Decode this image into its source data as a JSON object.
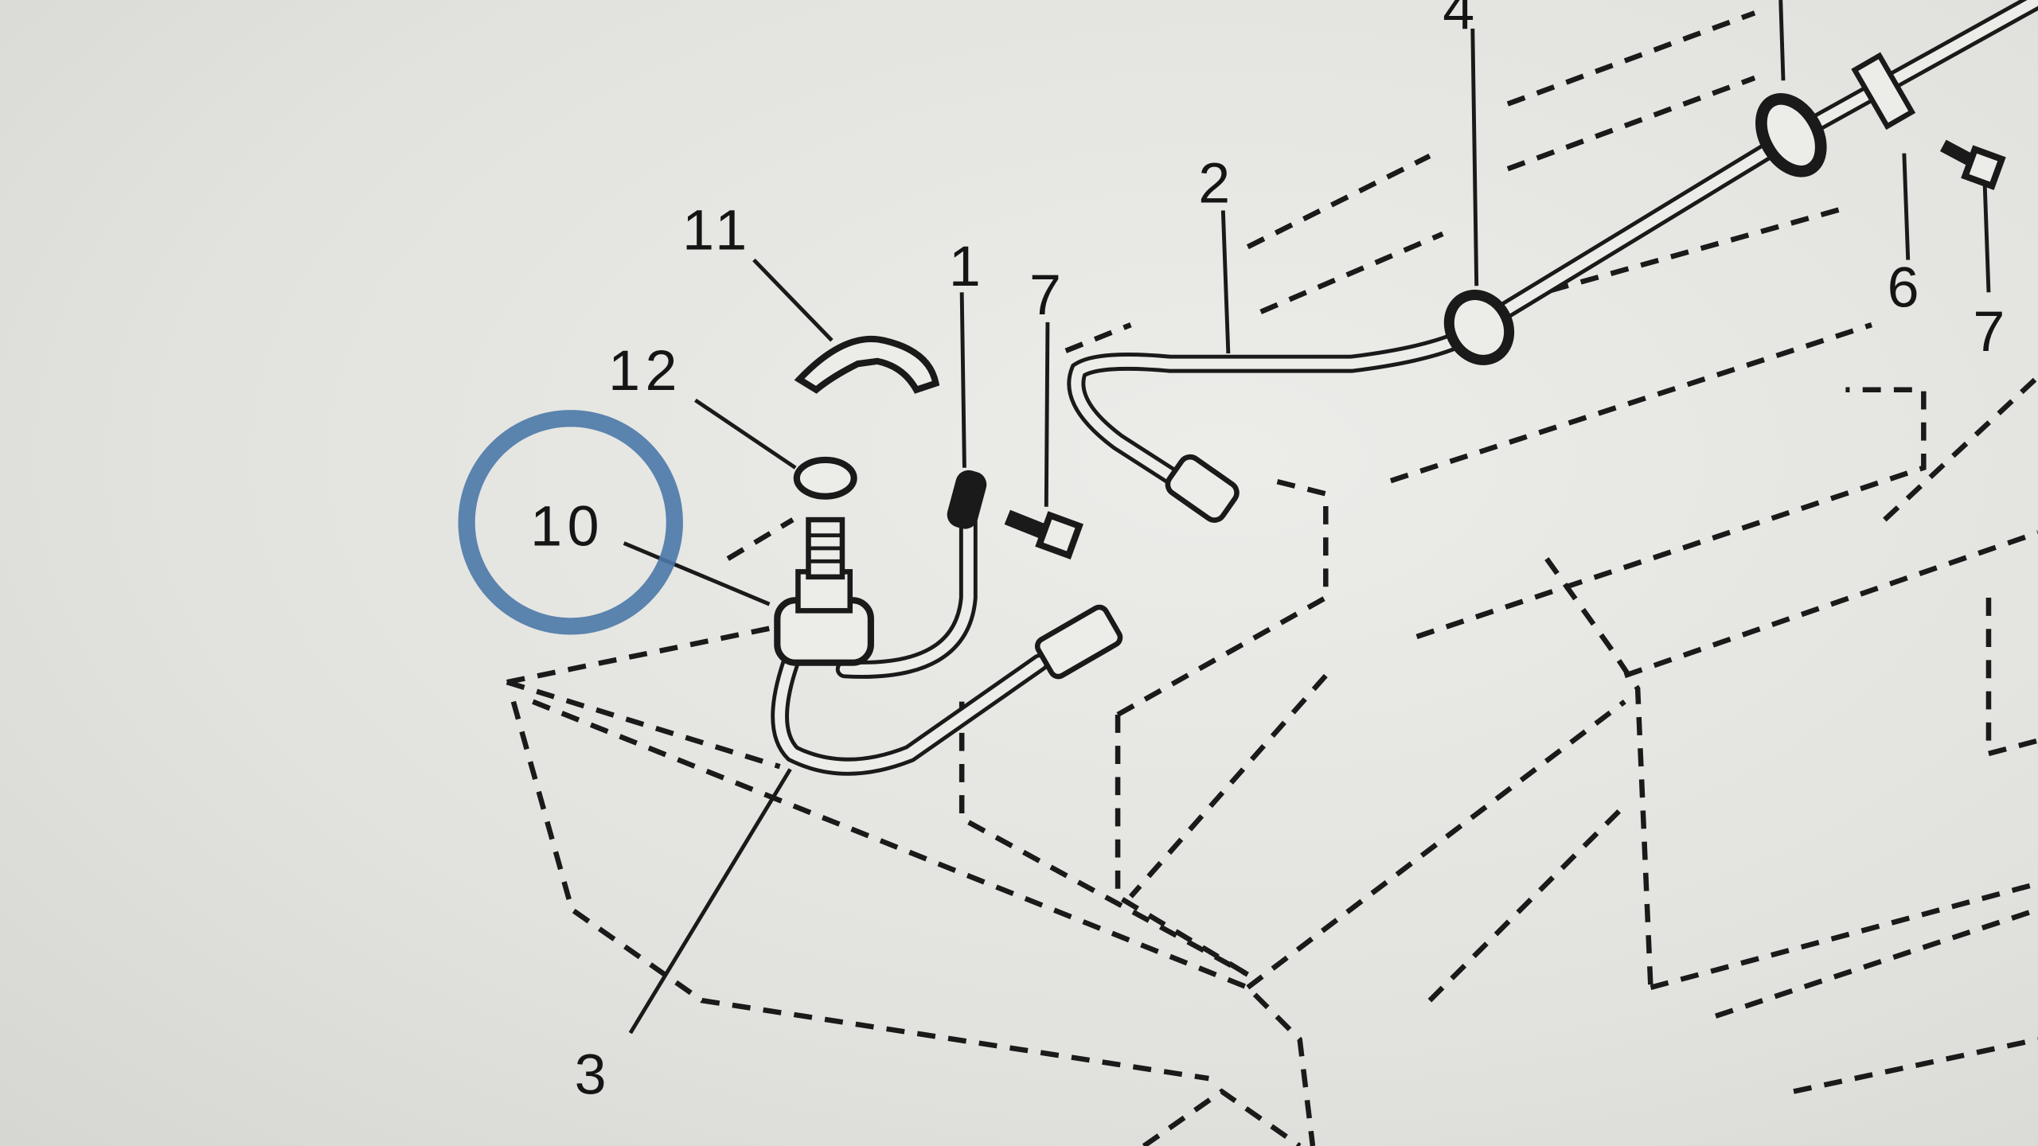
{
  "diagram": {
    "type": "exploded parts diagram (battery cable assembly)",
    "callouts": {
      "part_1": "1",
      "part_2": "2",
      "part_3": "3",
      "part_4": "4",
      "part_6": "6",
      "part_7a": "7",
      "part_7b": "7",
      "part_10": "10",
      "part_11": "11",
      "part_12": "12"
    },
    "highlight": {
      "circled_callout": "10",
      "color": "#4a78a8"
    }
  }
}
